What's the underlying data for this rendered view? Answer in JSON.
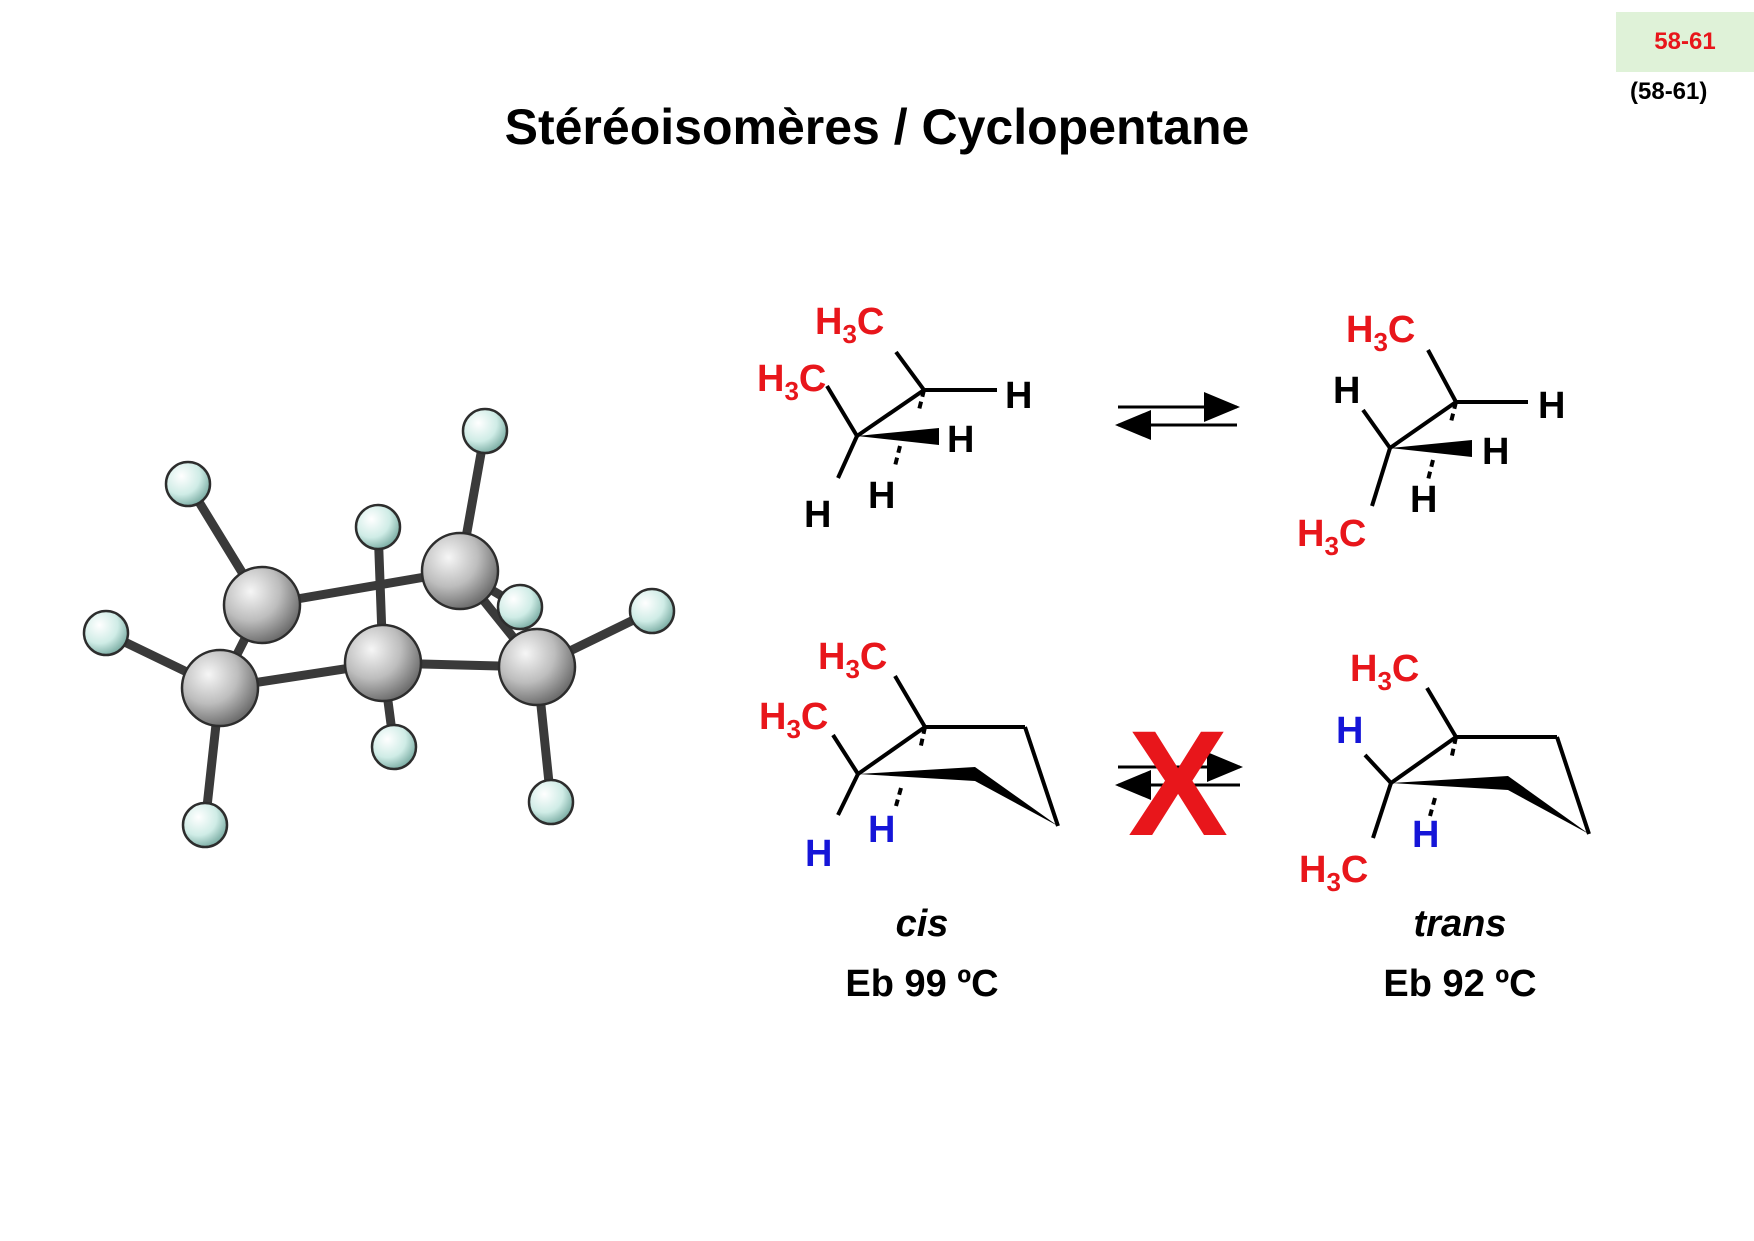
{
  "slide_number": "58-61",
  "slide_ref": "(58-61)",
  "title": "Stéréoisomères / Cyclopentane",
  "colors": {
    "methyl": "#e8161b",
    "hydrogen_blue": "#1515d8",
    "cross": "#e8161b",
    "badge_bg": "#dff2d8"
  },
  "atoms": {
    "methyl_main": "H",
    "methyl_sub": "3",
    "methyl_tail": "C",
    "hydrogen": "H"
  },
  "cross_symbol": "X",
  "cis": {
    "label": "cis",
    "boiling_point": "Eb 99 ºC"
  },
  "trans": {
    "label": "trans",
    "boiling_point": "Eb 92 ºC"
  },
  "icons": [
    "ball-and-stick-cyclopentane",
    "equilibrium-arrows",
    "blocked-equilibrium-icon"
  ]
}
